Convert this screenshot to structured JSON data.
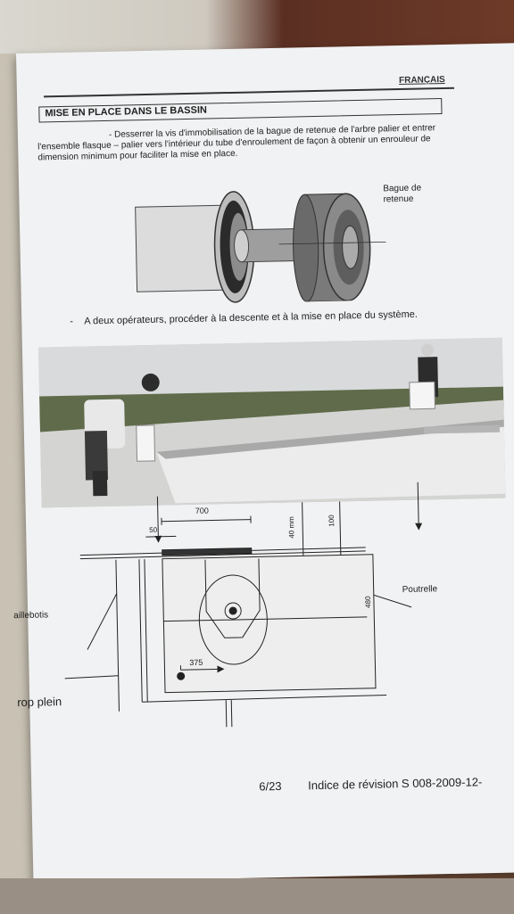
{
  "header": {
    "language": "FRANÇAIS"
  },
  "section": {
    "title": "MISE EN PLACE DANS LE BASSIN"
  },
  "instructions": {
    "step1": "- Desserrer la vis d'immobilisation de la bague de retenue de l'arbre palier et entrer l'ensemble flasque – palier vers l'intérieur du tube d'enroulement de façon à obtenir un enrouleur de dimension minimum pour faciliter la mise en place.",
    "step2_dash": "-",
    "step2": "A deux opérateurs, procéder à la descente et à la mise en place du système."
  },
  "figure1": {
    "label": "Bague de\nretenue"
  },
  "figure2": {
    "labels": {
      "dim_700": "700",
      "dim_50": "50",
      "dim_40mm": "40 mm",
      "dim_100": "100",
      "dim_480": "480",
      "dim_375": "375",
      "poutrelle": "Poutrelle",
      "caillebotis": "aillebotis",
      "trop_plein": "rop plein"
    }
  },
  "footer": {
    "page": "6/23",
    "revision": "Indice de révision S 008-2009-12-"
  }
}
